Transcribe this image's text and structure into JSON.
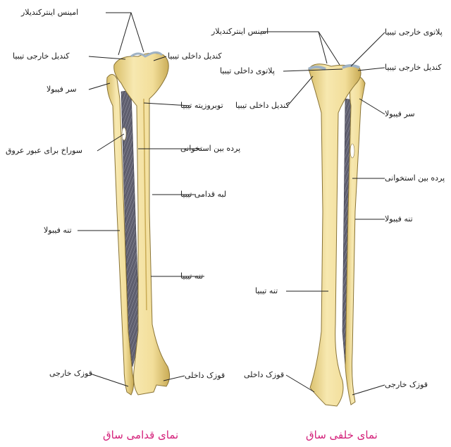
{
  "anterior": {
    "caption": "نمای قدامی ساق",
    "labels": {
      "intercondylar_eminence": "امینس اینترکندیلار",
      "lateral_condyle": "کندیل خارجی تیبیا",
      "medial_condyle": "کندیل داخلی تیبیا",
      "fibula_head": "سر فیبولا",
      "tibial_tuberosity": "توبروزیته تیبیا",
      "vessel_foramen": "سوراخ برای عبور عروق",
      "interosseous_membrane": "پرده بین استخوانی",
      "anterior_border": "لبه قدامی تیبیا",
      "fibula_shaft": "تنه فیبولا",
      "tibia_shaft": "تنه تیبیا",
      "lateral_malleolus": "قوزک خارجی",
      "medial_malleolus": "قوزک داخلی"
    }
  },
  "posterior": {
    "caption": "نمای خلفی ساق",
    "labels": {
      "intercondylar_eminence": "امینس اینترکندیلار",
      "lateral_plateau": "پلاتوی خارجی تیبیا",
      "medial_plateau": "پلاتوی داخلی تیبیا",
      "lateral_condyle": "کندیل خارجی تیبیا",
      "medial_condyle": "کندیل داخلی تیبیا",
      "fibula_head": "سر فیبولا",
      "interosseous_membrane": "پرده بین استخوانی",
      "fibula_shaft": "تنه فیبولا",
      "tibia_shaft": "تنه تیبیا",
      "medial_malleolus": "قوزک داخلی",
      "lateral_malleolus": "قوزک خارجی"
    }
  },
  "colors": {
    "bone": "#f2de9a",
    "bone_shade": "#d9bf6a",
    "bone_outline": "#8a7436",
    "membrane": "#6e6e7e",
    "cartilage": "#9fb2c4",
    "caption": "#d4207a",
    "leader": "#222222"
  }
}
